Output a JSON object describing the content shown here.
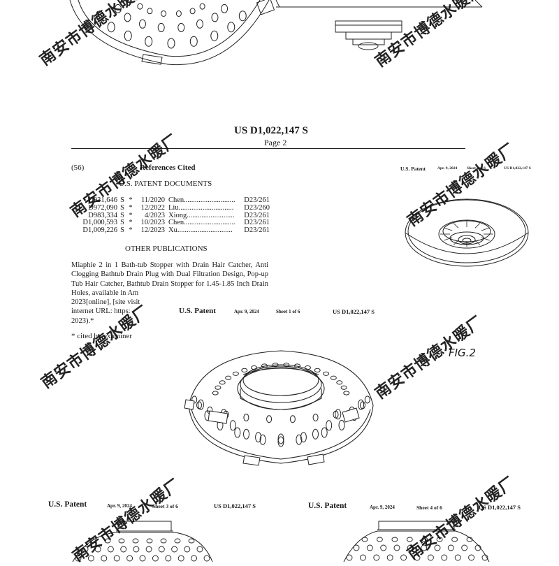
{
  "page_header": {
    "patent_number": "US D1,022,147 S",
    "page": "Page 2"
  },
  "references": {
    "field_code": "(56)",
    "title": "References Cited",
    "us_docs_heading": "U.S. PATENT DOCUMENTS",
    "rows": [
      {
        "number": "D931,646",
        "kind": "S",
        "star": "*",
        "date": "11/2020",
        "name": "Chen",
        "dots": "............................",
        "class": "D23/261"
      },
      {
        "number": "D972,090",
        "kind": "S",
        "star": "*",
        "date": "12/2022",
        "name": "Liu",
        "dots": "..............................",
        "class": "D23/260"
      },
      {
        "number": "D983,334",
        "kind": "S",
        "star": "*",
        "date": "4/2023",
        "name": "Xiong",
        "dots": "..........................",
        "class": "D23/261"
      },
      {
        "number": "D1,000,593",
        "kind": "S",
        "star": "*",
        "date": "10/2023",
        "name": "Chen",
        "dots": "............................",
        "class": "D23/261"
      },
      {
        "number": "D1,009,226",
        "kind": "S",
        "star": "*",
        "date": "12/2023",
        "name": "Xu",
        "dots": "..............................",
        "class": "D23/261"
      }
    ],
    "other_heading": "OTHER PUBLICATIONS",
    "other_lines": [
      "Miaphie 2 in 1 Bath-tub Stopper with Drain Hair Catcher, Anti",
      "Clogging Bathtub Drain Plug with Dual Filtration Design, Pop-up",
      "Tub Hair Catcher, Bathtub Drain Stopper for 1.45-1.85 Inch Drain",
      "Holes, available in Am",
      "2023[online], [site visit",
      "internet URL: https:",
      "2023).*"
    ],
    "cited_note": "* cited by examiner"
  },
  "sheet_right": {
    "patent": "U.S. Patent",
    "date": "Apr. 9, 2024",
    "sheet": "Sheet 2 of 6",
    "number": "US D1,022,147 S"
  },
  "sheet_center": {
    "patent": "U.S. Patent",
    "date": "Apr. 9, 2024",
    "sheet": "Sheet 1 of 6",
    "number": "US D1,022,147 S",
    "figure_label": "FIG.2"
  },
  "sheet_bottom_left": {
    "patent": "U.S. Patent",
    "date": "Apr. 9, 2024",
    "sheet": "Sheet 3 of 6",
    "number": "US D1,022,147 S"
  },
  "sheet_bottom_right": {
    "patent": "U.S. Patent",
    "date": "Apr. 9, 2024",
    "sheet": "Sheet 4 of 6",
    "number": "US D1,022,147 S"
  },
  "watermark_text": "南安市博德水暖厂"
}
